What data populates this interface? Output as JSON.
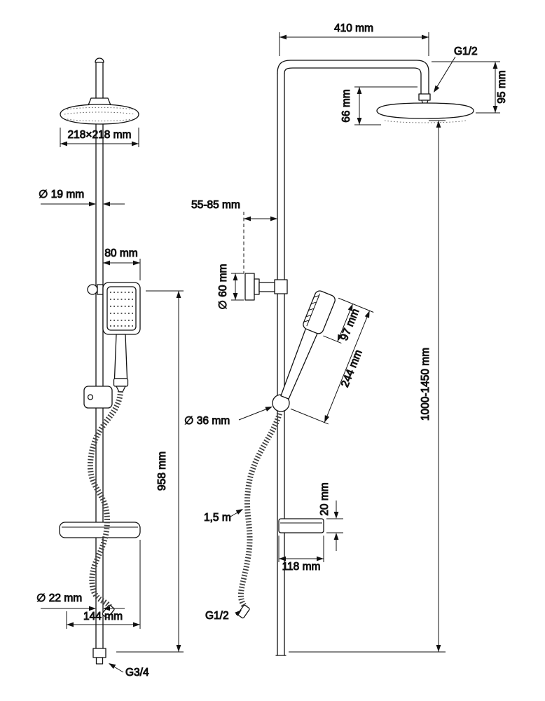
{
  "canvas": {
    "background": "#ffffff",
    "line_color": "#111111"
  },
  "drawing": {
    "front_view": {
      "head_size": "218×218 mm",
      "pipe_diameter": "∅ 19 mm",
      "handshower_width": "80 mm",
      "bar_height": "958 mm",
      "bottom_diameter": "∅ 22 mm",
      "base_width": "144 mm",
      "bottom_thread": "G3/4"
    },
    "side_view": {
      "arm_reach": "410 mm",
      "top_thread": "G1/2",
      "head_offset_height": "95 mm",
      "head_drop": "66 mm",
      "wall_distance": "55-85 mm",
      "bracket_diameter": "∅ 60 mm",
      "handshower_head_length": "97 mm",
      "handshower_length": "244 mm",
      "holder_diameter": "∅ 36 mm",
      "hose_length": "1,5 m",
      "shelf_thickness": "20 mm",
      "shelf_depth": "118 mm",
      "hose_thread": "G1/2",
      "total_height": "1000-1450 mm"
    }
  }
}
